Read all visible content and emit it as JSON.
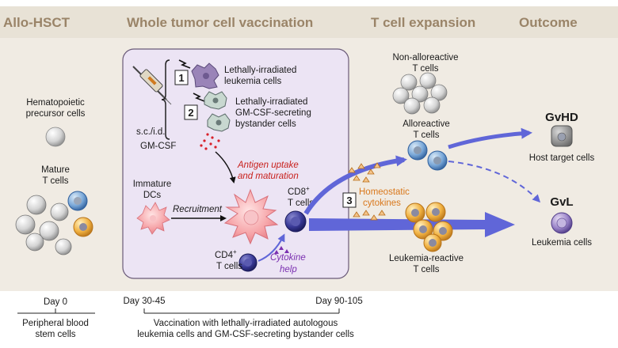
{
  "headers": {
    "allo_hsct": "Allo-HSCT",
    "vaccination": "Whole tumor cell vaccination",
    "expansion": "T cell expansion",
    "outcome": "Outcome"
  },
  "left": {
    "precursor_1": "Hematopoietic",
    "precursor_2": "precursor cells",
    "mature_1": "Mature",
    "mature_2": "T cells"
  },
  "vaccine": {
    "route": "s.c./i.d.",
    "step1_num": "1",
    "step1_a": "Lethally-irradiated",
    "step1_b": "leukemia cells",
    "step2_num": "2",
    "step2_a": "Lethally-irradiated",
    "step2_b": "GM-CSF-secreting",
    "step2_c": "bystander cells",
    "gmcsf": "GM-CSF",
    "antigen_1": "Antigen uptake",
    "antigen_2": "and maturation",
    "immature_1": "Immature",
    "immature_2": "DCs",
    "recruitment": "Recruitment",
    "cd8_1": "CD8",
    "cd8_sup": "+",
    "cd8_2": "T cells",
    "cd4_1": "CD4",
    "cd4_sup": "+",
    "cd4_2": "T cells",
    "help_1": "Cytokine",
    "help_2": "help"
  },
  "expansion": {
    "non_allo_1": "Non-alloreactive",
    "non_allo_2": "T cells",
    "allo_1": "Alloreactive",
    "allo_2": "T cells",
    "step3_num": "3",
    "homeo_1": "Homeostatic",
    "homeo_2": "cytokines",
    "leuk_1": "Leukemia-reactive",
    "leuk_2": "T cells"
  },
  "outcome": {
    "gvhd": "GvHD",
    "host": "Host target cells",
    "gvl": "GvL",
    "leukemia": "Leukemia cells"
  },
  "timeline": {
    "day0": "Day 0",
    "day30": "Day 30-45",
    "day90": "Day 90-105",
    "pbsc_1": "Peripheral blood",
    "pbsc_2": "stem cells",
    "vacc_1": "Vaccination with lethally-irradiated autologous",
    "vacc_2": "leukemia cells and GM-CSF-secreting bystander cells"
  },
  "colors": {
    "header_band": "#e8e2d6",
    "panel_bg": "#f0ebe3",
    "vaccine_box": "#ece4f4",
    "arrow_blue": "#6066d8",
    "header_text": "#9a8468"
  }
}
